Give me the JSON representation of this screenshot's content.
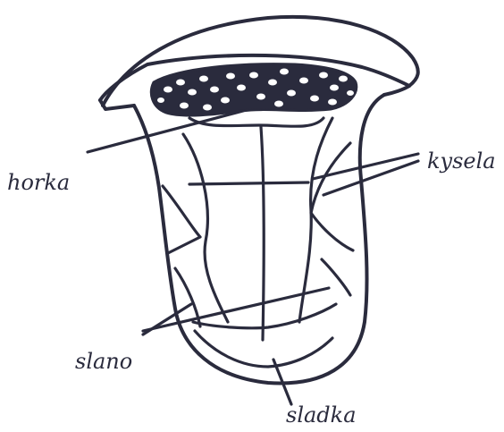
{
  "diagram": {
    "ink_color": "#2a2b3d",
    "background": "#ffffff",
    "labels": {
      "bitter": "horka",
      "sour": "kysela",
      "salty": "slano",
      "sweet": "sladka"
    }
  }
}
